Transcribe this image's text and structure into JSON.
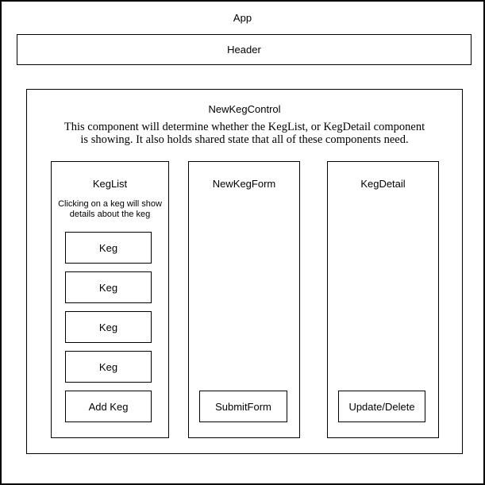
{
  "app": {
    "label": "App"
  },
  "header": {
    "label": "Header"
  },
  "control": {
    "title": "NewKegControl",
    "description_lines": [
      "This component will determine whether the KegList, or KegDetail component",
      "is showing. It also holds shared state that all of these components need."
    ],
    "columns": {
      "keg_list": {
        "title": "KegList",
        "note_lines": [
          "Clicking on a keg will show",
          "details about the keg"
        ],
        "items": [
          "Keg",
          "Keg",
          "Keg",
          "Keg"
        ],
        "add_button": "Add Keg"
      },
      "new_keg_form": {
        "title": "NewKegForm",
        "submit_button": "SubmitForm"
      },
      "keg_detail": {
        "title": "KegDetail",
        "action_button": "Update/Delete"
      }
    }
  },
  "colors": {
    "border": "#000000",
    "background": "#ffffff",
    "text": "#000000"
  }
}
